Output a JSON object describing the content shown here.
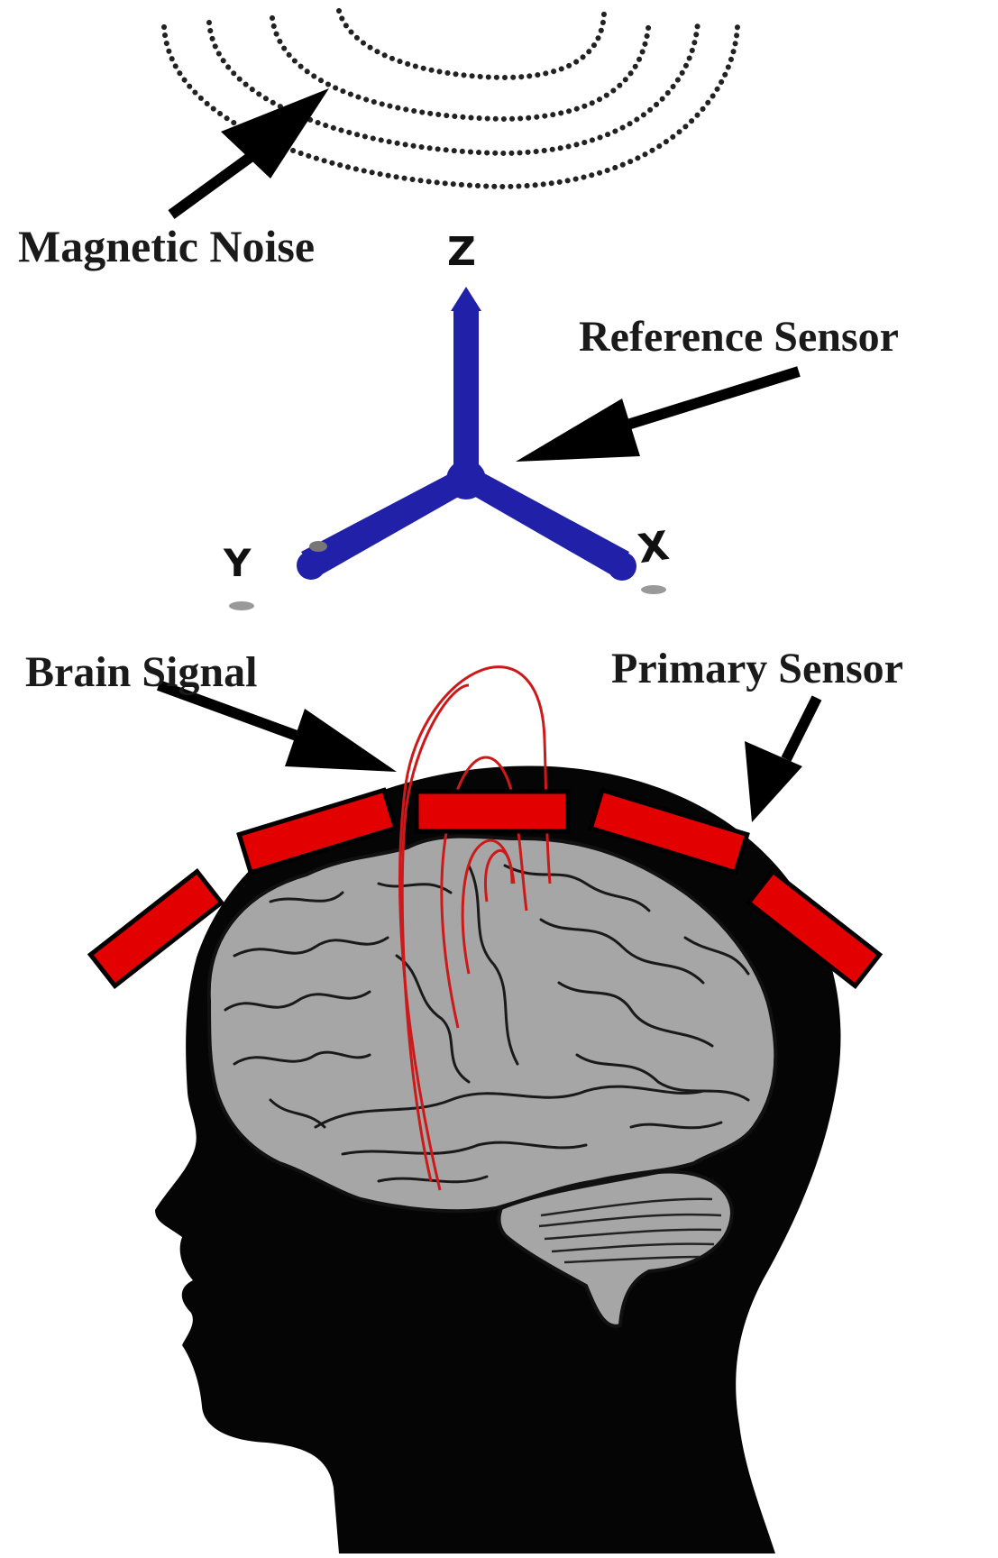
{
  "labels": {
    "magnetic_noise": "Magnetic Noise",
    "reference_sensor": "Reference Sensor",
    "brain_signal": "Brain Signal",
    "primary_sensor": "Primary Sensor"
  },
  "axes": {
    "z": "Z",
    "y": "Y",
    "x": "X"
  },
  "colors": {
    "sensor_fill": "#e30000",
    "signal_line": "#cc1a1a",
    "axis_blue": "#2020a8",
    "head_black": "#050505",
    "brain_gray": "#a6a6a6",
    "noise_dots": "#222222"
  }
}
